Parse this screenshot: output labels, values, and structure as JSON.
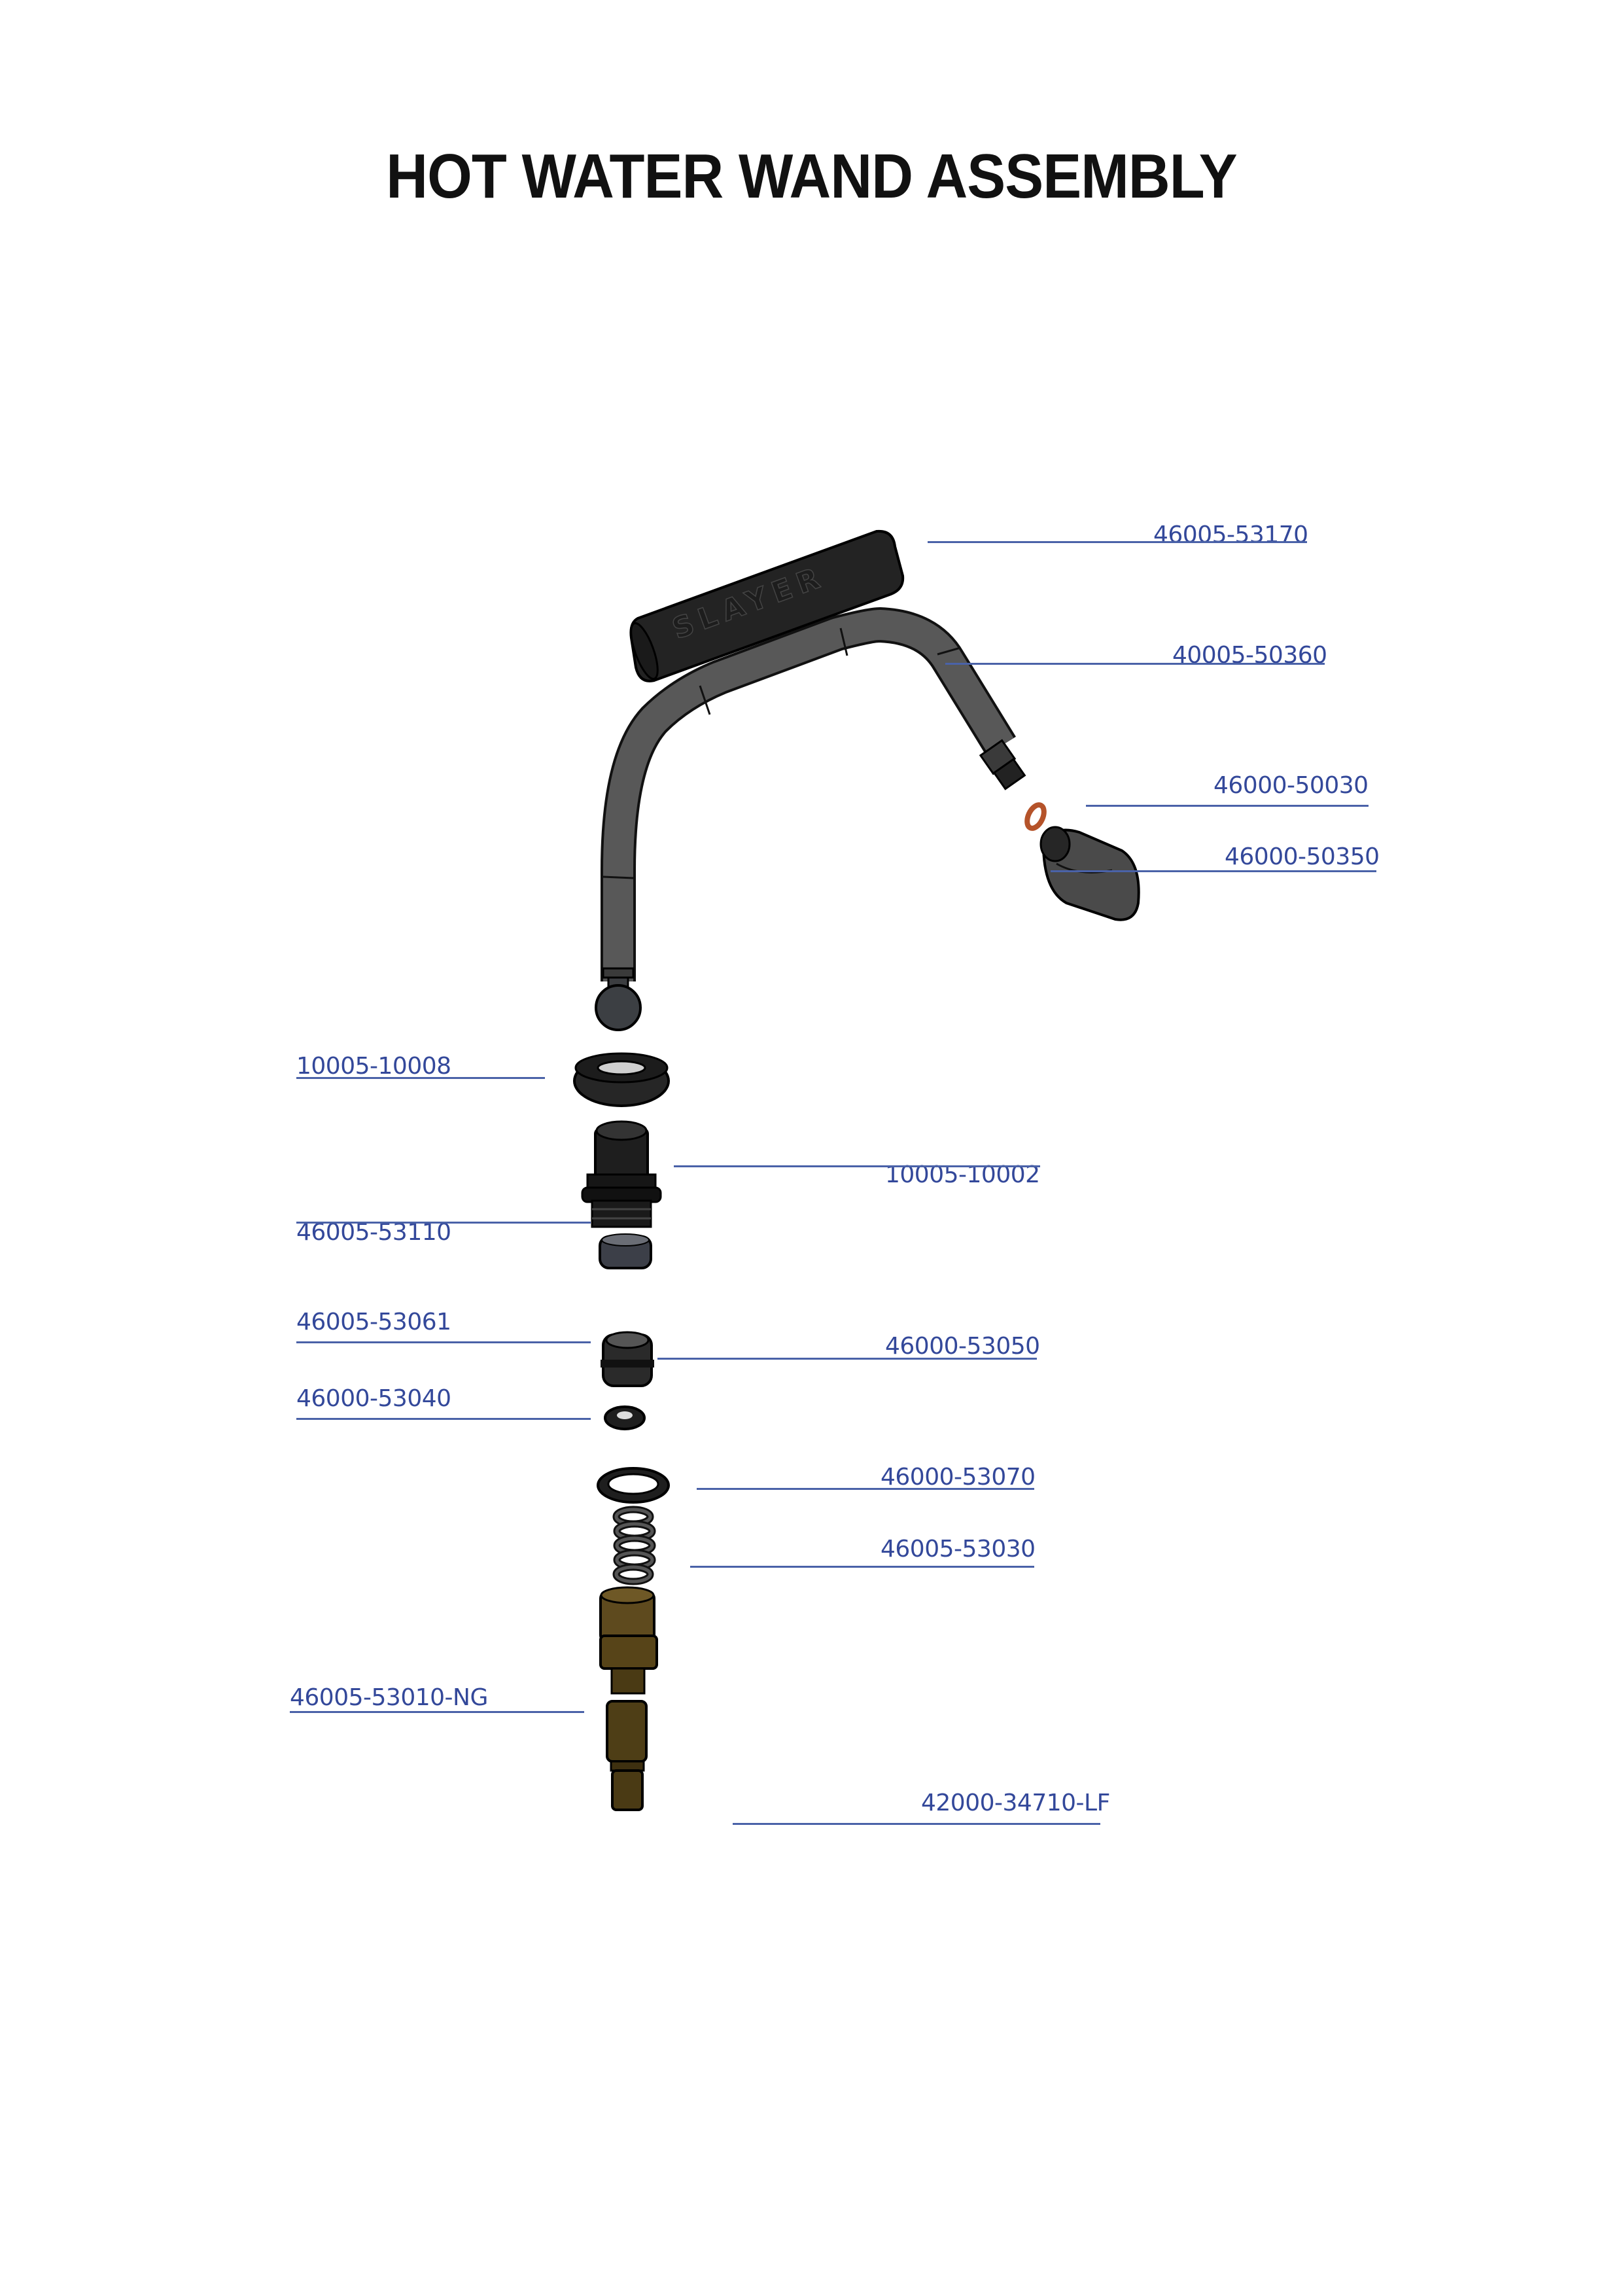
{
  "title": "HOT WATER WAND ASSEMBLY",
  "colors": {
    "callout_text": "#33489a",
    "leader_line": "#4a62a8",
    "part_dark": "#2b2b2b",
    "part_grey": "#5a5a5a",
    "o_ring": "#b5532a",
    "brass": "#5e4a1e"
  },
  "parts": [
    {
      "id": "p1",
      "number": "46005-53170",
      "description": "Wand grip sleeve (SLAYER)",
      "grip_text": "SLAYER"
    },
    {
      "id": "p2",
      "number": "40005-50360",
      "description": "Hot water wand tube"
    },
    {
      "id": "p3",
      "number": "46000-50030",
      "description": "O-ring"
    },
    {
      "id": "p4",
      "number": "46000-50350",
      "description": "Wand tip"
    },
    {
      "id": "p5",
      "number": "10005-10008",
      "description": "Hex nut"
    },
    {
      "id": "p6",
      "number": "10005-10002",
      "description": "Threaded body fitting"
    },
    {
      "id": "p7",
      "number": "46005-53110",
      "description": "Bushing"
    },
    {
      "id": "p8",
      "number": "46005-53061",
      "description": "Valve seat"
    },
    {
      "id": "p9",
      "number": "46000-53050",
      "description": "Valve insert"
    },
    {
      "id": "p10",
      "number": "46000-53040",
      "description": "Small seal"
    },
    {
      "id": "p11",
      "number": "46000-53070",
      "description": "Flat gasket"
    },
    {
      "id": "p12",
      "number": "46005-53030",
      "description": "Spring"
    },
    {
      "id": "p13",
      "number": "46005-53010-NG",
      "description": "Brass fitting"
    },
    {
      "id": "p14",
      "number": "42000-34710-LF",
      "description": "Brass connector"
    }
  ]
}
